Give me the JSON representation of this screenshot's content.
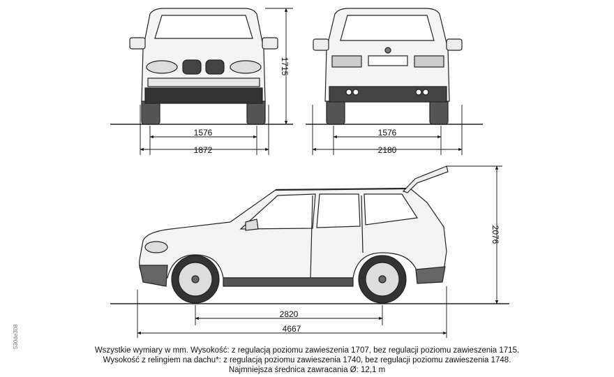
{
  "dimensions": {
    "front_track": "1576",
    "front_width": "1872",
    "rear_track": "1576",
    "rear_width_mirrors": "2180",
    "height": "1715",
    "height_tailgate_open": "2076",
    "wheelbase": "2820",
    "length": "4667"
  },
  "side_code": "530de308",
  "caption": {
    "line1": "Wszystkie wymiary w mm. Wysokość: z regulacją poziomu zawieszenia 1707, bez regulacji poziomu zawieszenia 1715.",
    "line2": "Wysokość z relingiem na dachu*: z regulacją poziomu zawieszenia 1740, bez regulacji poziomu zawieszenia 1748.",
    "line3": "Najmniejsza średnica zawracania Ø: 12,1 m"
  }
}
